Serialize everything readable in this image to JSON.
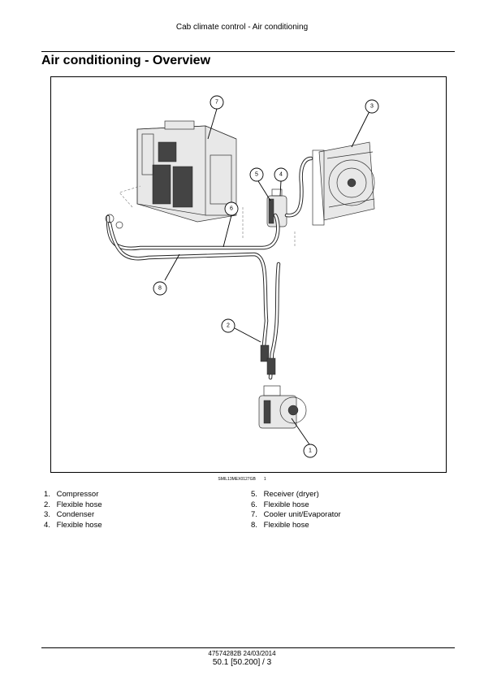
{
  "header": {
    "running_title": "Cab climate control - Air conditioning"
  },
  "page_title": "Air conditioning - Overview",
  "figure": {
    "caption_code": "SMIL13MEX0127GB",
    "caption_number": "1",
    "callouts": [
      "1",
      "2",
      "3",
      "4",
      "5",
      "6",
      "7",
      "8"
    ]
  },
  "legend": {
    "left": [
      {
        "num": "1.",
        "label": "Compressor"
      },
      {
        "num": "2.",
        "label": "Flexible hose"
      },
      {
        "num": "3.",
        "label": "Condenser"
      },
      {
        "num": "4.",
        "label": "Flexible hose"
      }
    ],
    "right": [
      {
        "num": "5.",
        "label": "Receiver (dryer)"
      },
      {
        "num": "6.",
        "label": "Flexible hose"
      },
      {
        "num": "7.",
        "label": "Cooler unit/Evaporator"
      },
      {
        "num": "8.",
        "label": "Flexible hose"
      }
    ]
  },
  "footer": {
    "doc_id": "47574282B 24/03/2014",
    "page_ref": "50.1 [50.200] / 3"
  }
}
